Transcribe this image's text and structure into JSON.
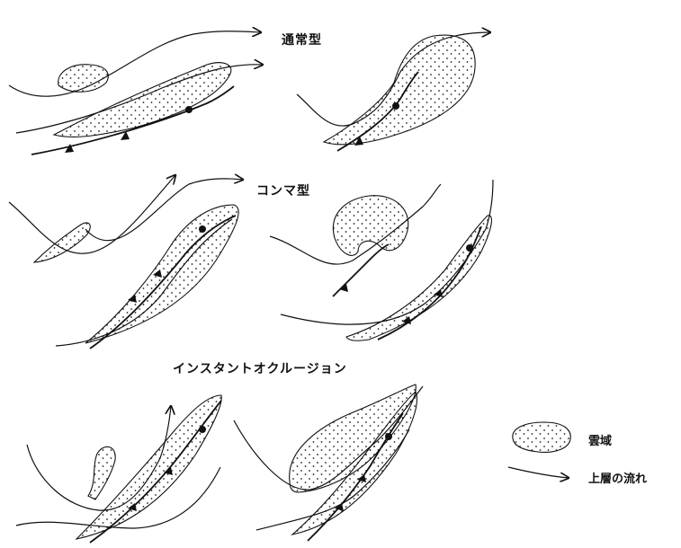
{
  "sections": [
    {
      "title": "通常型"
    },
    {
      "title": "コンマ型"
    },
    {
      "title": "インスタントオクルージョン"
    }
  ],
  "legend": {
    "cloud_label": "雲域",
    "flow_label": "上層の流れ"
  }
}
